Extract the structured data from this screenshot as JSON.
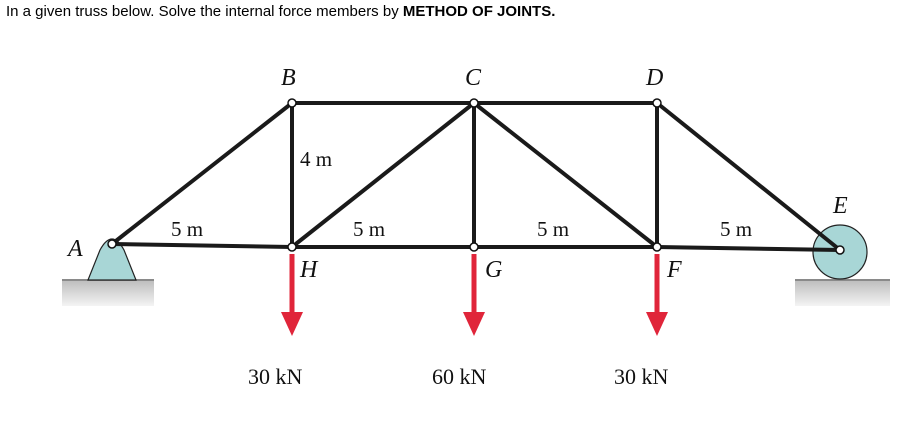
{
  "problem": {
    "text": "In a given truss below. Solve the internal force members by ",
    "emphasis": "METHOD OF JOINTS."
  },
  "diagram": {
    "nodes": {
      "A": "A",
      "B": "B",
      "C": "C",
      "D": "D",
      "E": "E",
      "F": "F",
      "G": "G",
      "H": "H"
    },
    "dimensions": {
      "vertical_BH": "4 m",
      "AB": "5 m",
      "HC": "5 m",
      "CF": "5 m",
      "DE": "5 m"
    },
    "loads": {
      "at_H": "30 kN",
      "at_G": "60 kN",
      "at_F": "30 kN"
    },
    "colors": {
      "member": "#1a1a1a",
      "load_arrow": "#e0253a",
      "support": "#a8d6d6",
      "ground": "#c8c8c8"
    }
  }
}
